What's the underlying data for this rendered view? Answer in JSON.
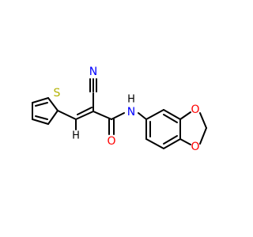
{
  "molecule": {
    "atoms": {
      "sulfur": {
        "symbol": "S",
        "color": "#b2b200"
      },
      "nitrile_n": {
        "symbol": "N",
        "color": "#0000ff"
      },
      "amide_n": {
        "symbol": "N",
        "color": "#0000ff"
      },
      "amide_h": {
        "symbol": "H",
        "color": "#000000"
      },
      "carbonyl_o": {
        "symbol": "O",
        "color": "#ff0000"
      },
      "ring_o_upper": {
        "symbol": "O",
        "color": "#ff0000"
      },
      "ring_o_lower": {
        "symbol": "O",
        "color": "#ff0000"
      },
      "vinyl_h": {
        "symbol": "H",
        "color": "#000000"
      }
    },
    "bond_color": "#000000"
  }
}
